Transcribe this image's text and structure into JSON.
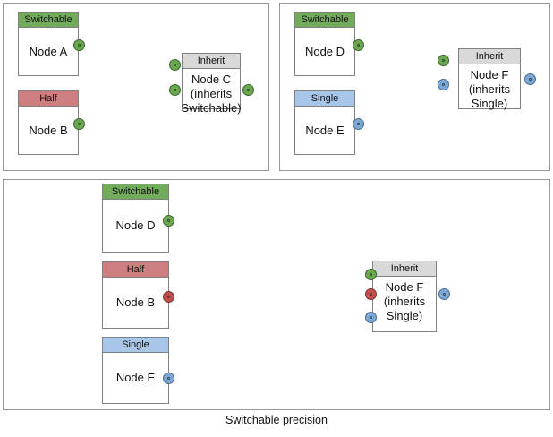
{
  "diagram": {
    "caption": "Switchable precision",
    "colors": {
      "switchable": "#71ab5b",
      "half": "#cd7f7f",
      "single": "#a8c6e8",
      "inherit_header": "#d9d9d9",
      "port_green": "#6aa84f",
      "port_red": "#c0504d",
      "port_blue": "#7ba7d7",
      "edge": "#4d4d4d",
      "panel_border": "#999999"
    },
    "panels": [
      {
        "id": "panel-a",
        "nodes": [
          {
            "id": "node-a",
            "header": "Switchable",
            "body": "Node A"
          },
          {
            "id": "node-b",
            "header": "Half",
            "body": "Node B"
          },
          {
            "id": "node-c",
            "header": "Inherit",
            "body": "Node C\n(inherits\nSwitchable)"
          }
        ],
        "edges": [
          {
            "from": "node-a",
            "to": "node-c",
            "color": "green"
          },
          {
            "from": "node-b",
            "to": "node-c",
            "color": "green"
          },
          {
            "from": "node-c",
            "to": "output",
            "color": "green"
          }
        ]
      },
      {
        "id": "panel-b",
        "nodes": [
          {
            "id": "node-d",
            "header": "Switchable",
            "body": "Node D"
          },
          {
            "id": "node-e",
            "header": "Single",
            "body": "Node E"
          },
          {
            "id": "node-f",
            "header": "Inherit",
            "body": "Node F\n(inherits\nSingle)"
          }
        ],
        "edges": [
          {
            "from": "node-d",
            "to": "node-f",
            "color": "green"
          },
          {
            "from": "node-e",
            "to": "node-f",
            "color": "blue"
          },
          {
            "from": "node-f",
            "to": "output",
            "color": "blue"
          }
        ]
      },
      {
        "id": "panel-c",
        "nodes": [
          {
            "id": "node-d2",
            "header": "Switchable",
            "body": "Node D"
          },
          {
            "id": "node-b2",
            "header": "Half",
            "body": "Node B"
          },
          {
            "id": "node-e2",
            "header": "Single",
            "body": "Node E"
          },
          {
            "id": "node-f2",
            "header": "Inherit",
            "body": "Node F\n(inherits\nSingle)"
          }
        ],
        "edges": [
          {
            "from": "node-d2",
            "to": "node-f2",
            "color": "green"
          },
          {
            "from": "node-b2",
            "to": "node-f2",
            "color": "red"
          },
          {
            "from": "node-e2",
            "to": "node-f2",
            "color": "blue"
          },
          {
            "from": "node-f2",
            "to": "output",
            "color": "blue"
          }
        ]
      }
    ],
    "labels": {
      "switchable": "Switchable",
      "half": "Half",
      "single": "Single",
      "inherit": "Inherit",
      "node_a": "Node A",
      "node_b": "Node B",
      "node_c_line1": "Node C",
      "node_c_line2": "(inherits",
      "node_c_line3": "Switchable)",
      "node_d": "Node D",
      "node_e": "Node E",
      "node_f_line1": "Node F",
      "node_f_line2": "(inherits",
      "node_f_line3": "Single)"
    }
  }
}
